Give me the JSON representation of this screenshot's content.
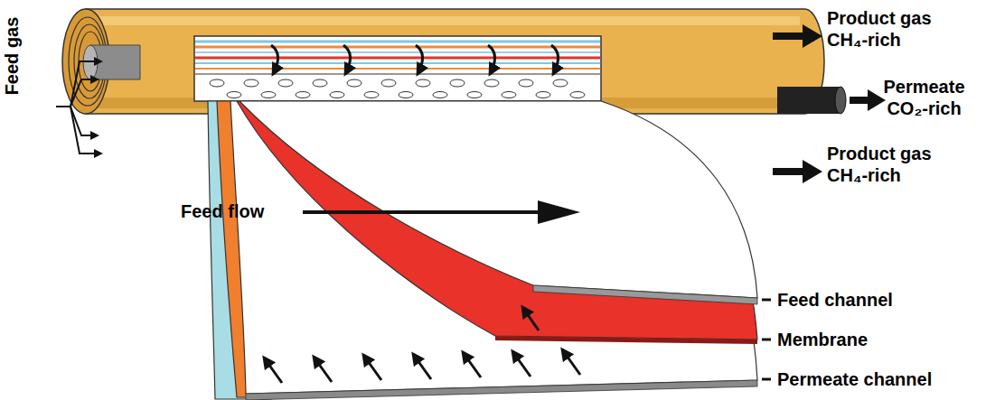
{
  "diagram": {
    "labels": [
      "Feed gas",
      "Product gas CH₄-rich",
      "Permeate CO₂-rich",
      "Product gas CH₄-rich",
      "Feed flow",
      "Feed channel",
      "Membrane",
      "Permeate channel"
    ]
  }
}
